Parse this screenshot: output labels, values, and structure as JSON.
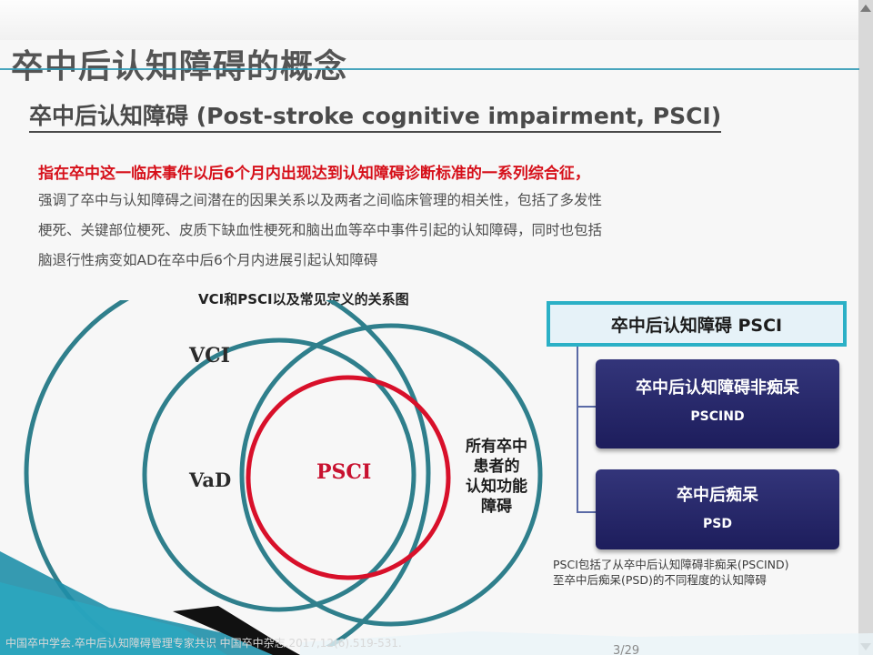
{
  "slide": {
    "title": "卒中后认知障碍的概念",
    "subtitle": "卒中后认知障碍 (Post-stroke cognitive impairment, PSCI)",
    "lead": "指在卒中这一临床事件以后6个月内出现达到认知障碍诊断标准的一系列综合征，",
    "para_lines": [
      "强调了卒中与认知障碍之间潜在的因果关系以及两者之间临床管理的相关性，包括了多发性",
      "梗死、关键部位梗死、皮质下缺血性梗死和脑出血等卒中事件引起的认知障碍，同时也包括",
      "脑退行性病变如AD在卒中后6个月内进展引起认知障碍"
    ]
  },
  "venn": {
    "title": "VCI和PSCI以及常见定义的关系图",
    "labels": {
      "vci": "VCI",
      "vad": "VaD",
      "psci": "PSCI",
      "all_stroke": [
        "所有卒中",
        "患者的",
        "认知功能",
        "障碍"
      ]
    }
  },
  "hierarchy": {
    "top": "卒中后认知障碍 PSCI",
    "children": [
      {
        "cn": "卒中后认知障碍非痴呆",
        "en": "PSCIND"
      },
      {
        "cn": "卒中后痴呆",
        "en": "PSD"
      }
    ],
    "note_lines": [
      "PSCI包括了从卒中后认知障碍非痴呆(PSCIND)",
      "至卒中后痴呆(PSD)的不同程度的认知障碍"
    ]
  },
  "footer": {
    "reference": "中国卒中学会.卒中后认知障碍管理专家共识 中国卒中杂志.2017,12(6).519-531.",
    "page": "3/29"
  },
  "colors": {
    "accent_teal": "#2a96b3",
    "circle_teal": "#2f7f8c",
    "psci_red": "#d8102a",
    "box_border": "#2bb0c6",
    "navy_box": "#23236a"
  }
}
